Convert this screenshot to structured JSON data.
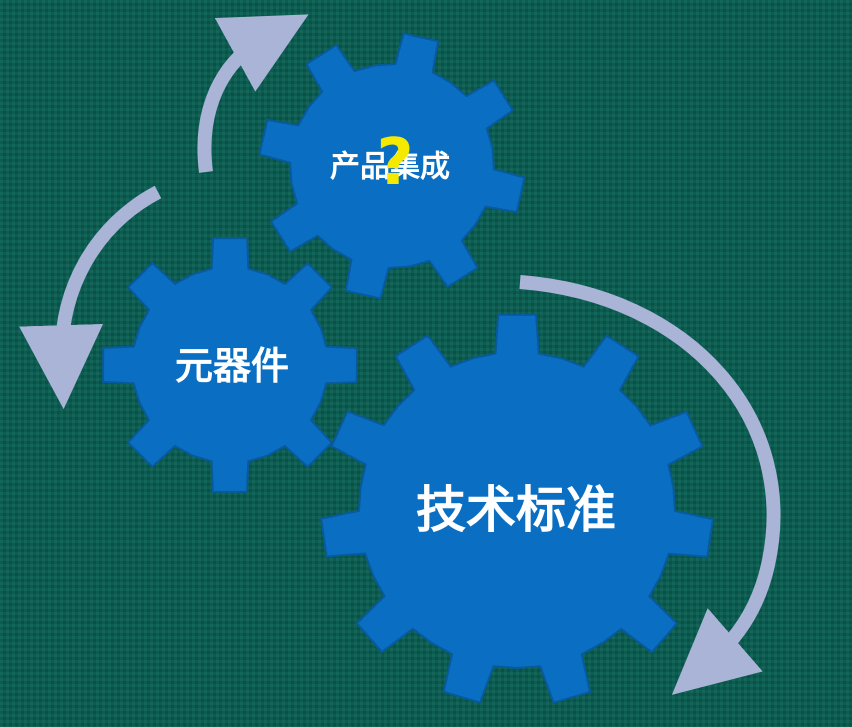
{
  "gears": {
    "top": {
      "label": "产品集成",
      "mark": "?"
    },
    "left": {
      "label": "元器件"
    },
    "bottom": {
      "label": "技术标准"
    }
  },
  "colors": {
    "background": "#0f5b50",
    "gear": "#0a6fc2",
    "gear_edge": "#085a9e",
    "arrow": "#a9b4d6",
    "label": "#ffffff",
    "question_mark": "#f5e900"
  }
}
